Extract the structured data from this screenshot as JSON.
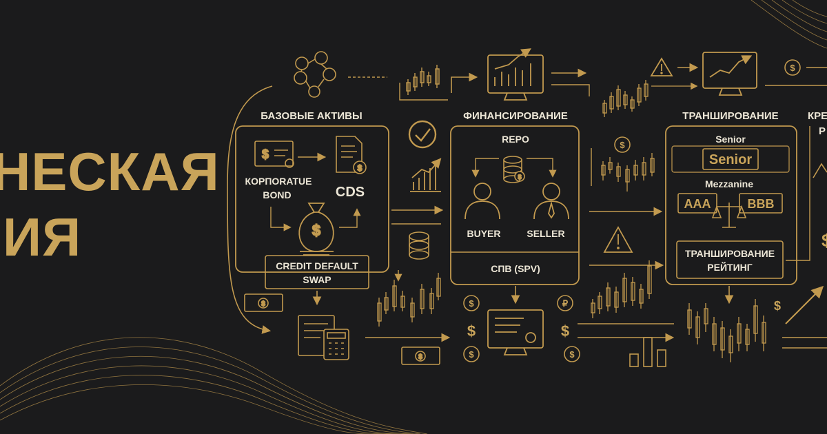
{
  "title": {
    "line1": "НЕСКАЯ",
    "line2": "ИЯ"
  },
  "colors": {
    "background": "#1b1b1c",
    "accent": "#c29a4f",
    "text": "#ece6d6"
  },
  "sections": {
    "assets": {
      "heading": "БАЗОВЫЕ АКТИВЫ",
      "bond_line1": "КОРПОRATUE",
      "bond_line2": "BOND",
      "cds": "CDS",
      "swap_line1": "CREDIT DEFAULT",
      "swap_line2": "SWAP"
    },
    "financing": {
      "heading": "ФИНАНСИРОВАНИЕ",
      "repo": "REPO",
      "buyer": "BUYER",
      "seller": "SELLER",
      "spv": "СПВ (SPV)"
    },
    "tranching": {
      "heading": "ТРАНШИРОВАНИЕ",
      "senior_small": "Senior",
      "senior_box": "Senior",
      "mezzanine": "Mezzanine",
      "aaa": "AAA",
      "bbb": "BBB",
      "rating_line1": "ТРАНШИРОВАНИЕ",
      "rating_line2": "РЕЙТИНГ"
    },
    "credit": {
      "heading_line1": "КРЕ",
      "heading_line2": "Р"
    }
  }
}
